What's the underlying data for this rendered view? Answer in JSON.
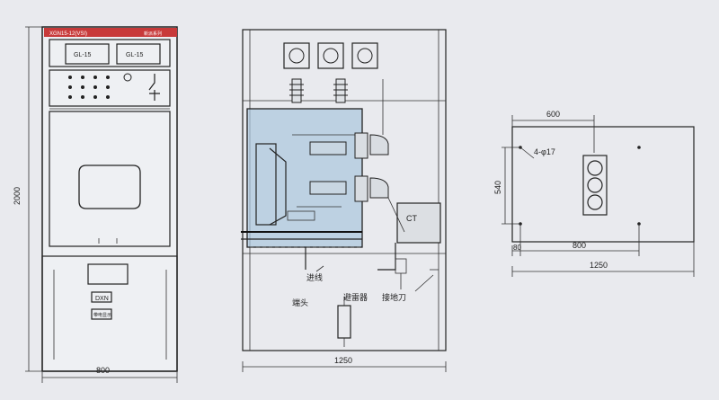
{
  "front_view": {
    "nameplate": "XGN15-12(VSI)",
    "brand": "新派系列",
    "meter_left": "GL-15",
    "meter_right": "GL-15",
    "lower_label": "DXN",
    "lower_sublabel": "带电显示",
    "dim_height": "2000",
    "dim_width": "800"
  },
  "side_view": {
    "dim_width": "1250",
    "ct_label": "CT",
    "label_incoming": "进线",
    "label_terminal": "端头",
    "label_arrester": "避雷器",
    "label_earthing": "接地刀"
  },
  "floor_plan": {
    "dim_top": "600",
    "holes_label": "4-φ17",
    "dim_left": "540",
    "dim_80": "80",
    "dim_800": "800",
    "dim_1250": "1250"
  },
  "colors": {
    "nameplate_bar": "#c83a3a",
    "breaker_fill": "#a9c6dd",
    "background": "#e9eaee"
  }
}
